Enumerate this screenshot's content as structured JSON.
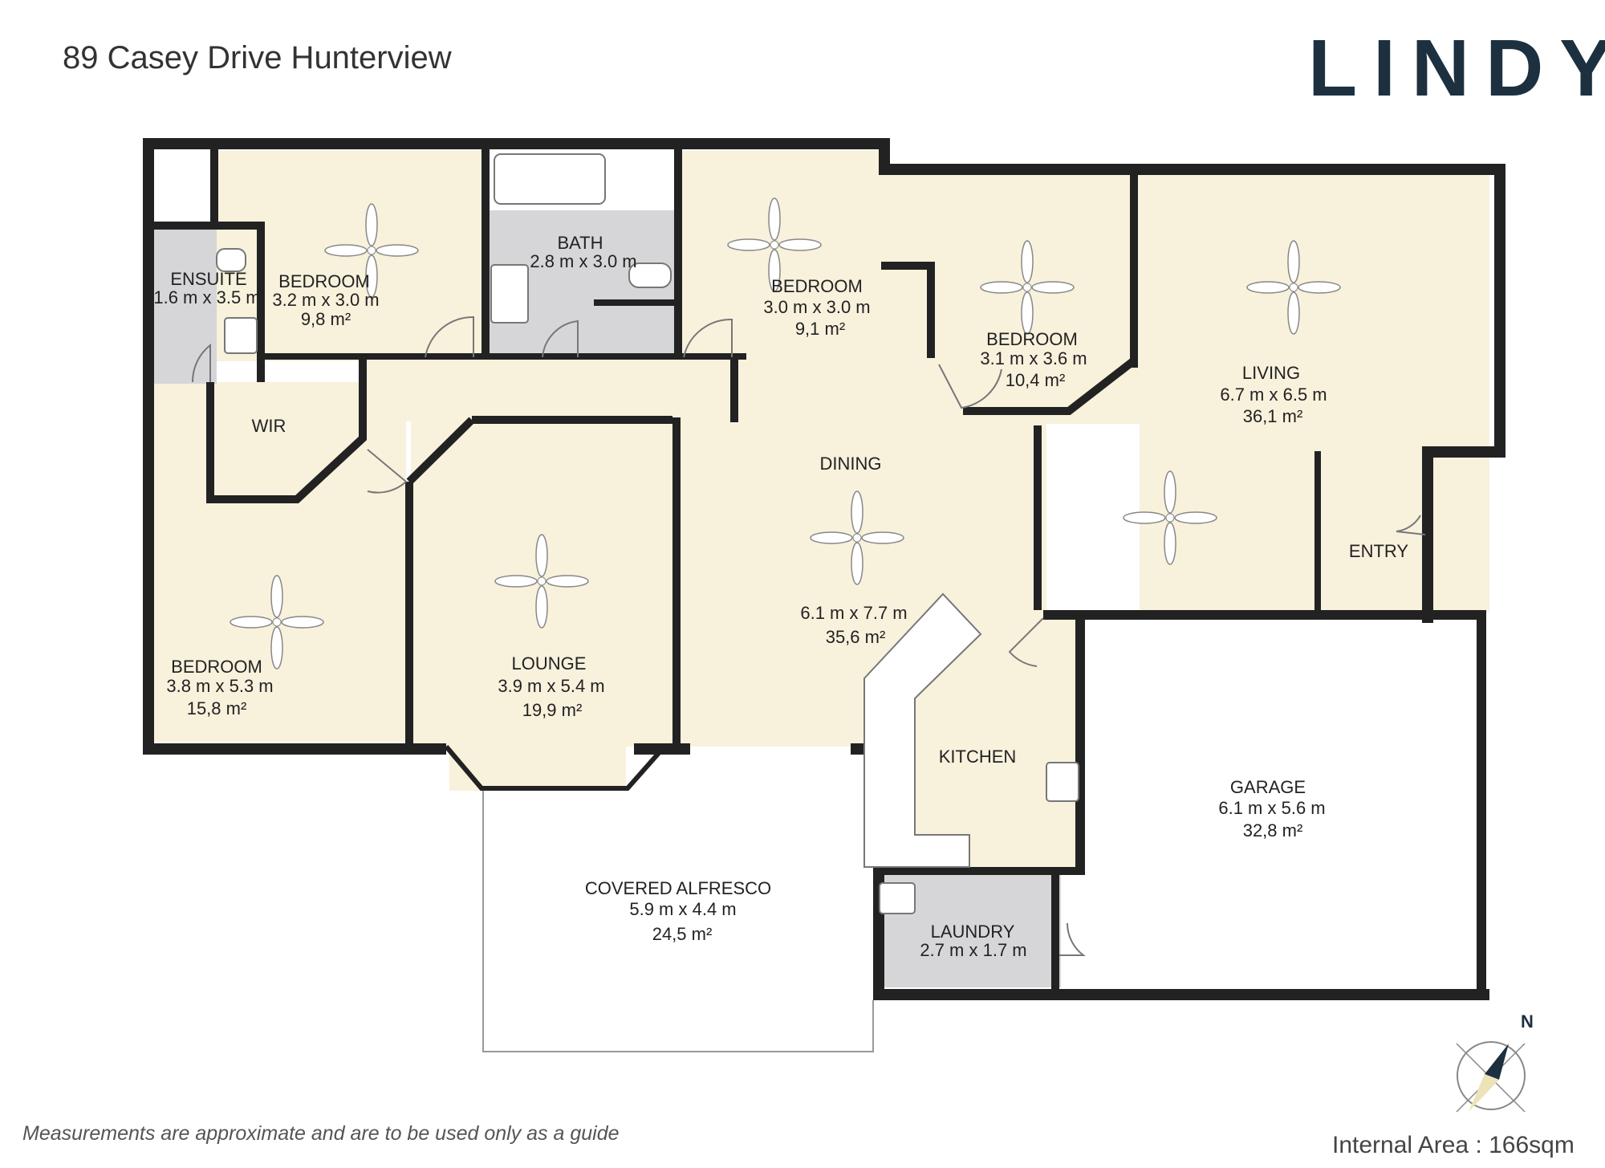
{
  "title": "89 Casey Drive Hunterview",
  "brand": "LINDY",
  "disclaimer": "Measurements are approximate and are to be used only as a guide",
  "internal_area": "Internal Area : 166sqm",
  "compass": {
    "label": "N"
  },
  "colors": {
    "floor": "#f8f1dc",
    "wet_area": "#d6d6d8",
    "wall": "#222222",
    "brand": "#1c3040"
  },
  "rooms": {
    "ensuite": {
      "name": "ENSUITE",
      "dims": "1.6 m x 3.5 m"
    },
    "bedroom2": {
      "name": "BEDROOM",
      "dims": "3.2 m x 3.0 m",
      "area": "9,8 m²"
    },
    "bath": {
      "name": "BATH",
      "dims": "2.8 m x 3.0 m"
    },
    "bedroom3": {
      "name": "BEDROOM",
      "dims": "3.0 m x 3.0 m",
      "area": "9,1 m²"
    },
    "bedroom4": {
      "name": "BEDROOM",
      "dims": "3.1 m x 3.6 m",
      "area": "10,4 m²"
    },
    "living": {
      "name": "LIVING",
      "dims": "6.7 m x 6.5 m",
      "area": "36,1 m²"
    },
    "wir": {
      "name": "WIR"
    },
    "dining": {
      "name": "DINING",
      "dims": "6.1 m x 7.7 m",
      "area": "35,6 m²"
    },
    "entry": {
      "name": "ENTRY"
    },
    "master": {
      "name": "BEDROOM",
      "dims": "3.8 m x 5.3 m",
      "area": "15,8 m²"
    },
    "lounge": {
      "name": "LOUNGE",
      "dims": "3.9 m x 5.4 m",
      "area": "19,9 m²"
    },
    "kitchen": {
      "name": "KITCHEN"
    },
    "garage": {
      "name": "GARAGE",
      "dims": "6.1 m x 5.6 m",
      "area": "32,8 m²"
    },
    "alfresco": {
      "name": "COVERED ALFRESCO",
      "dims": "5.9 m x 4.4 m",
      "area": "24,5 m²"
    },
    "laundry": {
      "name": "LAUNDRY",
      "dims": "2.7 m x 1.7 m"
    }
  }
}
